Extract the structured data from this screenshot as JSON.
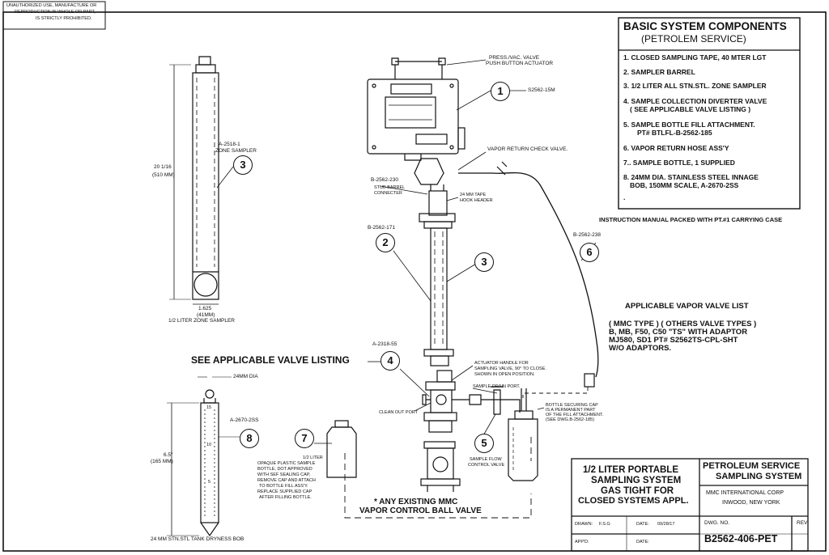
{
  "notice": [
    "UNAUTHORIZED USE, MANUFACTURE OR",
    "REPRODUCTION IN WHOLE OR PART,",
    "IS STRICTLY PROHIBITED."
  ],
  "components": {
    "title": "BASIC SYSTEM COMPONENTS",
    "subtitle": "(PETROLEM SERVICE)",
    "items": [
      "1. CLOSED SAMPLING TAPE, 40 MTER LGT",
      "2. SAMPLER BARREL",
      "3. 1/2 LITER ALL STN.STL. ZONE SAMPLER",
      "4. SAMPLE COLLECTION DIVERTER VALVE",
      "( SEE APPLICABLE VALVE LISTING )",
      "5. SAMPLE BOTTLE FILL ATTACHMENT.",
      "PT# BTLFL-B-2562-185",
      "6. VAPOR RETURN HOSE ASS'Y",
      "7.. SAMPLE BOTTLE, 1 SUPPLIED",
      "8. 24MM DIA. STAINLESS STEEL INNAGE",
      "BOB, 150MM SCALE, A-2670-2SS",
      "."
    ]
  },
  "instruction_note": "INSTRUCTION MANUAL PACKED WITH PT.#1 CARRYING CASE",
  "valve_list": {
    "title": "APPLICABLE VAPOR VALVE LIST",
    "lines": [
      "( MMC TYPE ) ( OTHERS VALVE TYPES )",
      "B, MB, F50, C50    \"TS\" WITH ADAPTOR",
      "MJ580, SD1  PT# S2562TS-CPL-SHT",
      "W/O ADAPTORS."
    ]
  },
  "labels": {
    "press_vac": [
      "PRESS./VAC. VALVE",
      "PUSH BUTTON ACTUATOR"
    ],
    "s2562": "S2562-15M",
    "vapor_return": "VAPOR RETURN CHECK VALVE.",
    "b2562_230": "B-2562-230",
    "stub_barrel": [
      "STUB BARREL",
      "CONNECTER"
    ],
    "tape_hook": [
      "24 MM TAPE",
      "HOOK HEADER"
    ],
    "b2562_171": "B-2562-171",
    "b2562_238": "B-2562-238",
    "a2318_55": "A-2318-55",
    "see_valve": "SEE APPLICABLE VALVE LISTING",
    "actuator": [
      "ACTUATOR HANDLE FOR",
      "SAMPLING VALVE, 90° TO CLOSE.",
      "SHOWN IN OPEN POSITION."
    ],
    "sample_drain": "SAMPLE DRAIN PORT.",
    "clean_out": "CLEAN OUT PORT",
    "bottle_cap": [
      "BOTTLE SECURING CAP",
      "IS A PERMANENT PART",
      "OF THE FILL ATTACHMENT.",
      "(SEE DWG.B-2562-185)"
    ],
    "sample_flow": [
      "SAMPLE FLOW",
      "CONTROL VALVE"
    ],
    "bottle_note": [
      "1/2 LITER",
      "OPAQUE PLASTIC SAMPLE",
      "BOTTLE, DOT APPROVED",
      "WITH SEF SEALING CAP,",
      "REMOVE CAP AND ATTACH",
      "TO BOTTLE FILL ASS'Y.",
      "REPLACE SUPPLIED CAP",
      "AFTER FILLING BOTTLE."
    ],
    "existing_valve": [
      "* ANY EXISTING MMC",
      "VAPOR CONTROL BALL VALVE"
    ],
    "zone_part": [
      "A-2518-1",
      "ZONE SAMPLER"
    ],
    "zone_height": [
      "20 1/16",
      "(510 MM)"
    ],
    "zone_width": [
      "1.625",
      "(41MM)"
    ],
    "zone_caption": "1/2 LITER ZONE SAMPLER",
    "bob_dia": "24MM DIA",
    "bob_part": "A-2670-2SS",
    "bob_height": [
      "6.5\"",
      "(165 MM)"
    ],
    "bob_caption": "24 MM STN.STL TANK DRYNESS BOB",
    "bob_scale": [
      "15",
      "10",
      "5"
    ]
  },
  "callouts": [
    "1",
    "2",
    "3",
    "3",
    "4",
    "5",
    "6",
    "7",
    "8"
  ],
  "title_block": {
    "system": [
      "1/2 LITER PORTABLE",
      "SAMPLING SYSTEM",
      "GAS TIGHT FOR",
      "CLOSED SYSTEMS APPL."
    ],
    "company": [
      "PETROLEUM SERVICE",
      "SAMPLING SYSTEM"
    ],
    "corp": [
      "MMC INTERNATIONAL CORP",
      "INWOOD, NEW YORK"
    ],
    "drawn_label": "DRAWN:",
    "drawn_value": "F.S.G",
    "date_label": "DATE:",
    "date_value": "09/28/17",
    "appd_label": "APP'D:",
    "date2_label": "DATE:",
    "dwg_label": "DWG. NO.",
    "dwg_value": "B2562-406-PET",
    "rev_label": "REV"
  }
}
